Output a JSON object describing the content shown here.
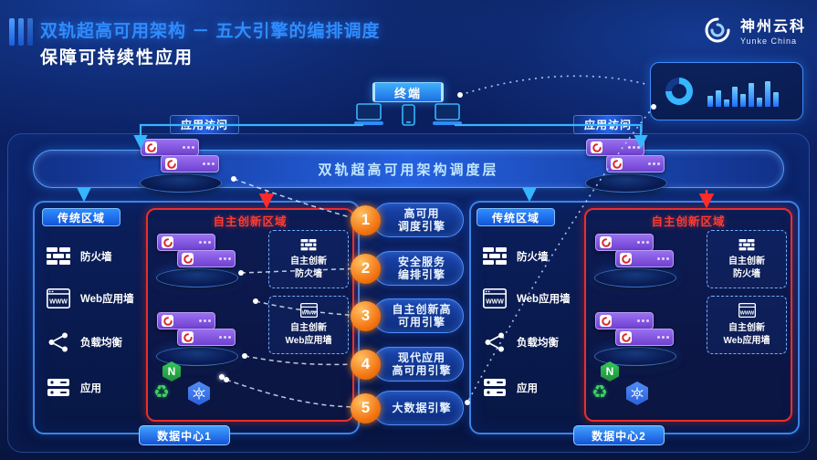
{
  "header": {
    "title_line1": "双轨超高可用架构 － 五大引擎的编排调度",
    "title_line2": "保障可持续性应用",
    "logo_cn": "神州云科",
    "logo_en": "Yunke China"
  },
  "top": {
    "terminal": "终端",
    "access_left": "应用访问",
    "access_right": "应用访问"
  },
  "scheduler": {
    "label": "双轨超高可用架构调度层"
  },
  "engines": [
    {
      "num": "1",
      "line1": "高可用",
      "line2": "调度引擎"
    },
    {
      "num": "2",
      "line1": "安全服务",
      "line2": "编排引擎"
    },
    {
      "num": "3",
      "line1": "自主创新高",
      "line2": "可用引擎"
    },
    {
      "num": "4",
      "line1": "现代应用",
      "line2": "高可用引擎"
    },
    {
      "num": "5",
      "line1": "大数据引擎",
      "line2": ""
    }
  ],
  "dc_left": {
    "traditional": "传统区域",
    "innovation": "自主创新区域",
    "items": [
      "防火墙",
      "Web应用墙",
      "负载均衡",
      "应用"
    ],
    "inno_boxes": [
      {
        "line1": "自主创新",
        "line2": "防火墙"
      },
      {
        "line1": "自主创新",
        "line2": "Web应用墙"
      }
    ],
    "footer": "数据中心1"
  },
  "dc_right": {
    "traditional": "传统区域",
    "innovation": "自主创新区域",
    "items": [
      "防火墙",
      "Web应用墙",
      "负载均衡",
      "应用"
    ],
    "inno_boxes": [
      {
        "line1": "自主创新",
        "line2": "防火墙"
      },
      {
        "line1": "自主创新",
        "line2": "Web应用墙"
      }
    ],
    "footer": "数据中心2"
  },
  "icons": {
    "www": "WWW",
    "nginx": "N",
    "recycle": "♻"
  },
  "colors": {
    "accent_blue": "#2f8cff",
    "accent_cyan": "#35b6ff",
    "accent_red": "#e8302a",
    "accent_orange": "#f2730f",
    "server_purple": "#7a4fd8",
    "nginx_green": "#2ea44f",
    "k8s_blue": "#326ce5"
  }
}
